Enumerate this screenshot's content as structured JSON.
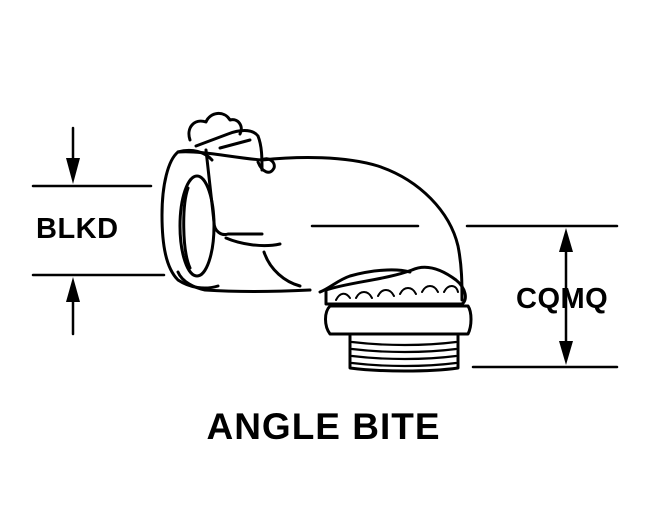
{
  "dimensions": {
    "left_label": "BLKD",
    "right_label": "CQMQ"
  },
  "caption": "ANGLE BITE",
  "colors": {
    "ink": "#000000",
    "background": "#ffffff"
  }
}
